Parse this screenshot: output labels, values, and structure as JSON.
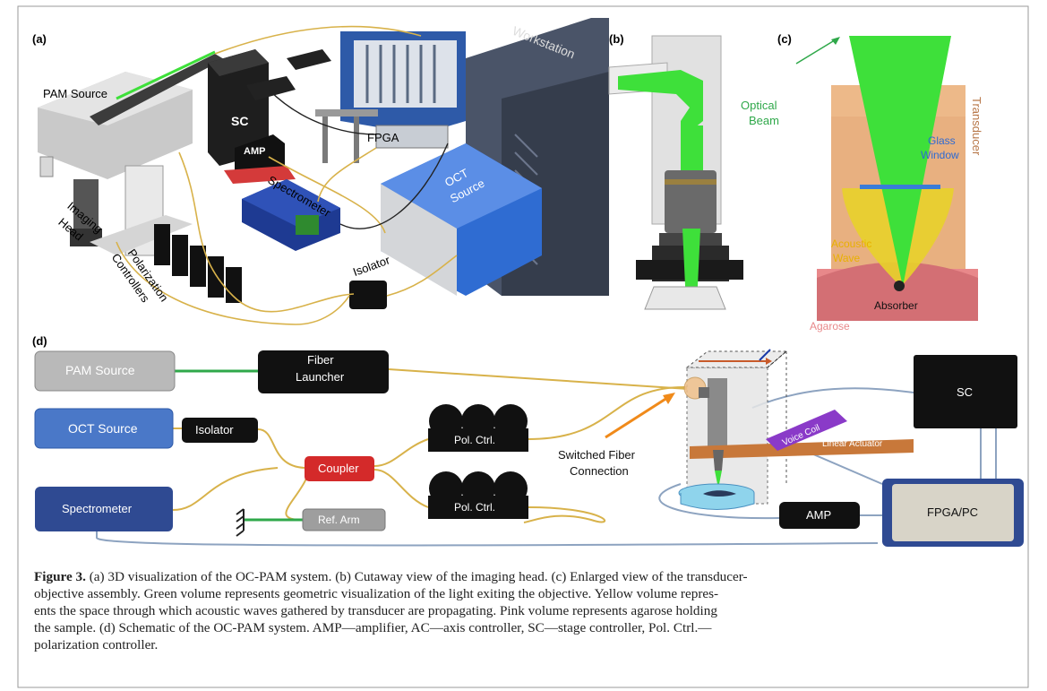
{
  "panels": {
    "a": {
      "letter": "(a)",
      "labels": {
        "pam_source": "PAM Source",
        "imaging_head_1": "Imaging",
        "imaging_head_2": "Head",
        "sc": "SC",
        "amp": "AMP",
        "fpga": "FPGA",
        "workstation": "Workstation",
        "spectrometer": "Spectrometer",
        "oct_source_1": "OCT",
        "oct_source_2": "Source",
        "polarization_1": "Polarization",
        "polarization_2": "Controllers",
        "isolator": "Isolator"
      }
    },
    "b": {
      "letter": "(b)",
      "labels": {
        "optical_1": "Optical",
        "optical_2": "Beam"
      }
    },
    "c": {
      "letter": "(c)",
      "labels": {
        "transducer": "Transducer",
        "glass_1": "Glass",
        "glass_2": "Window",
        "acoustic_1": "Acoustic",
        "acoustic_2": "Wave",
        "absorber": "Absorber",
        "agarose": "Agarose"
      }
    },
    "d": {
      "letter": "(d)",
      "boxes": {
        "pam_source": "PAM Source",
        "fiber_launcher_1": "Fiber",
        "fiber_launcher_2": "Launcher",
        "oct_source": "OCT Source",
        "isolator": "Isolator",
        "spectrometer": "Spectrometer",
        "coupler": "Coupler",
        "pol_ctrl_top": "Pol. Ctrl.",
        "pol_ctrl_bottom": "Pol. Ctrl.",
        "ref_arm": "Ref. Arm",
        "switched_1": "Switched Fiber",
        "switched_2": "Connection",
        "voice_coil": "Voice Coil",
        "linear_actuator": "Linear Actuator",
        "sc": "SC",
        "amp": "AMP",
        "fpga_pc": "FPGA/PC"
      }
    }
  },
  "caption": {
    "label": "Figure 3.",
    "line1": " (a) 3D visualization of the OC-PAM system. (b) Cutaway view of the imaging head. (c) Enlarged view of the transducer-",
    "line2": "objective assembly. Green volume represents geometric visualization of the light exiting the objective. Yellow volume repres-",
    "line3": "ents the space through which acoustic waves gathered by transducer are propagating. Pink volume represents agarose holding",
    "line4": "the sample. (d) Schematic of the OC-PAM system. AMP—amplifier, AC—axis controller, SC—stage controller, Pol. Ctrl.—",
    "line5": "polarization controller."
  },
  "colors": {
    "green_beam": "#3ee03a",
    "fiber_yellow": "#d8b24a",
    "oct_blue": "#4a78c8",
    "spectrometer_navy": "#2f4a92",
    "pam_gray": "#a8a8a8",
    "coupler_red": "#d42a2a",
    "agarose_pink": "#e8888a",
    "voice_purple": "#8a3ac8",
    "actuator_orange": "#c8783a"
  }
}
